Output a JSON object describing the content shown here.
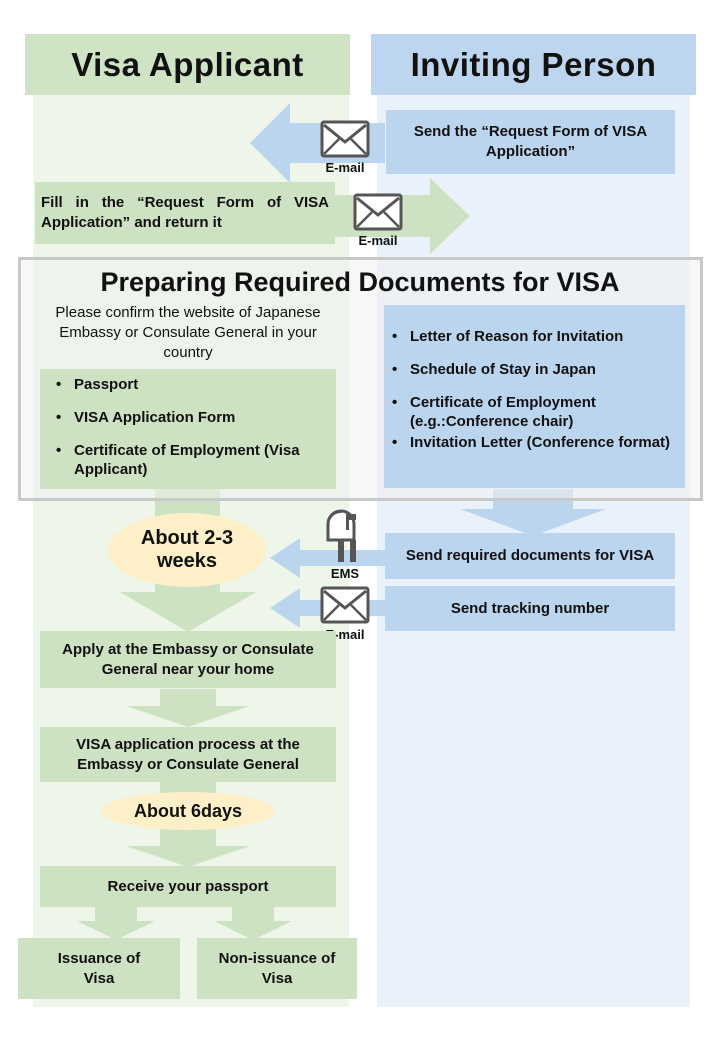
{
  "headers": {
    "applicant": "Visa Applicant",
    "inviter": "Inviting Person"
  },
  "steps": {
    "send_request_form": "Send the “Request Form of VISA Application”",
    "fill_request_form": "Fill in the “Request Form of VISA Application”  and return it",
    "send_documents": "Send required documents for VISA",
    "send_tracking": "Send tracking number",
    "apply_embassy": "Apply at the Embassy or Consulate General near your home",
    "process_embassy": "VISA application  process at the Embassy or Consulate General",
    "receive_passport": "Receive your passport",
    "issuance": "Issuance of Visa",
    "non_issuance": "Non-issuance of Visa"
  },
  "preparation": {
    "title": "Preparing Required Documents for VISA",
    "note": "Please confirm the website of Japanese Embassy or Consulate General in your country",
    "applicant_docs": [
      "Passport",
      "VISA Application  Form",
      " Certificate of Employment (Visa Applicant)"
    ],
    "inviter_docs": [
      "Letter of Reason for Invitation",
      "Schedule of Stay in Japan",
      "Certificate of Employment (e.g.:Conference chair)",
      "Invitation Letter (Conference format)"
    ]
  },
  "durations": {
    "shipping": "About 2-3 weeks",
    "processing": "About 6days"
  },
  "icons": {
    "email_label": "E-mail",
    "ems_label": "EMS",
    "email_icon": "envelope-icon",
    "ems_icon": "mailbox-icon"
  },
  "colors": {
    "green_box": "#cde2c2",
    "green_lane": "#eef6ea",
    "blue_box": "#bcd5ee",
    "blue_lane": "#e9f1fb",
    "arrow_green": "#cde2c2",
    "arrow_blue": "#bcd5ee",
    "oval": "#fdf0c8"
  }
}
